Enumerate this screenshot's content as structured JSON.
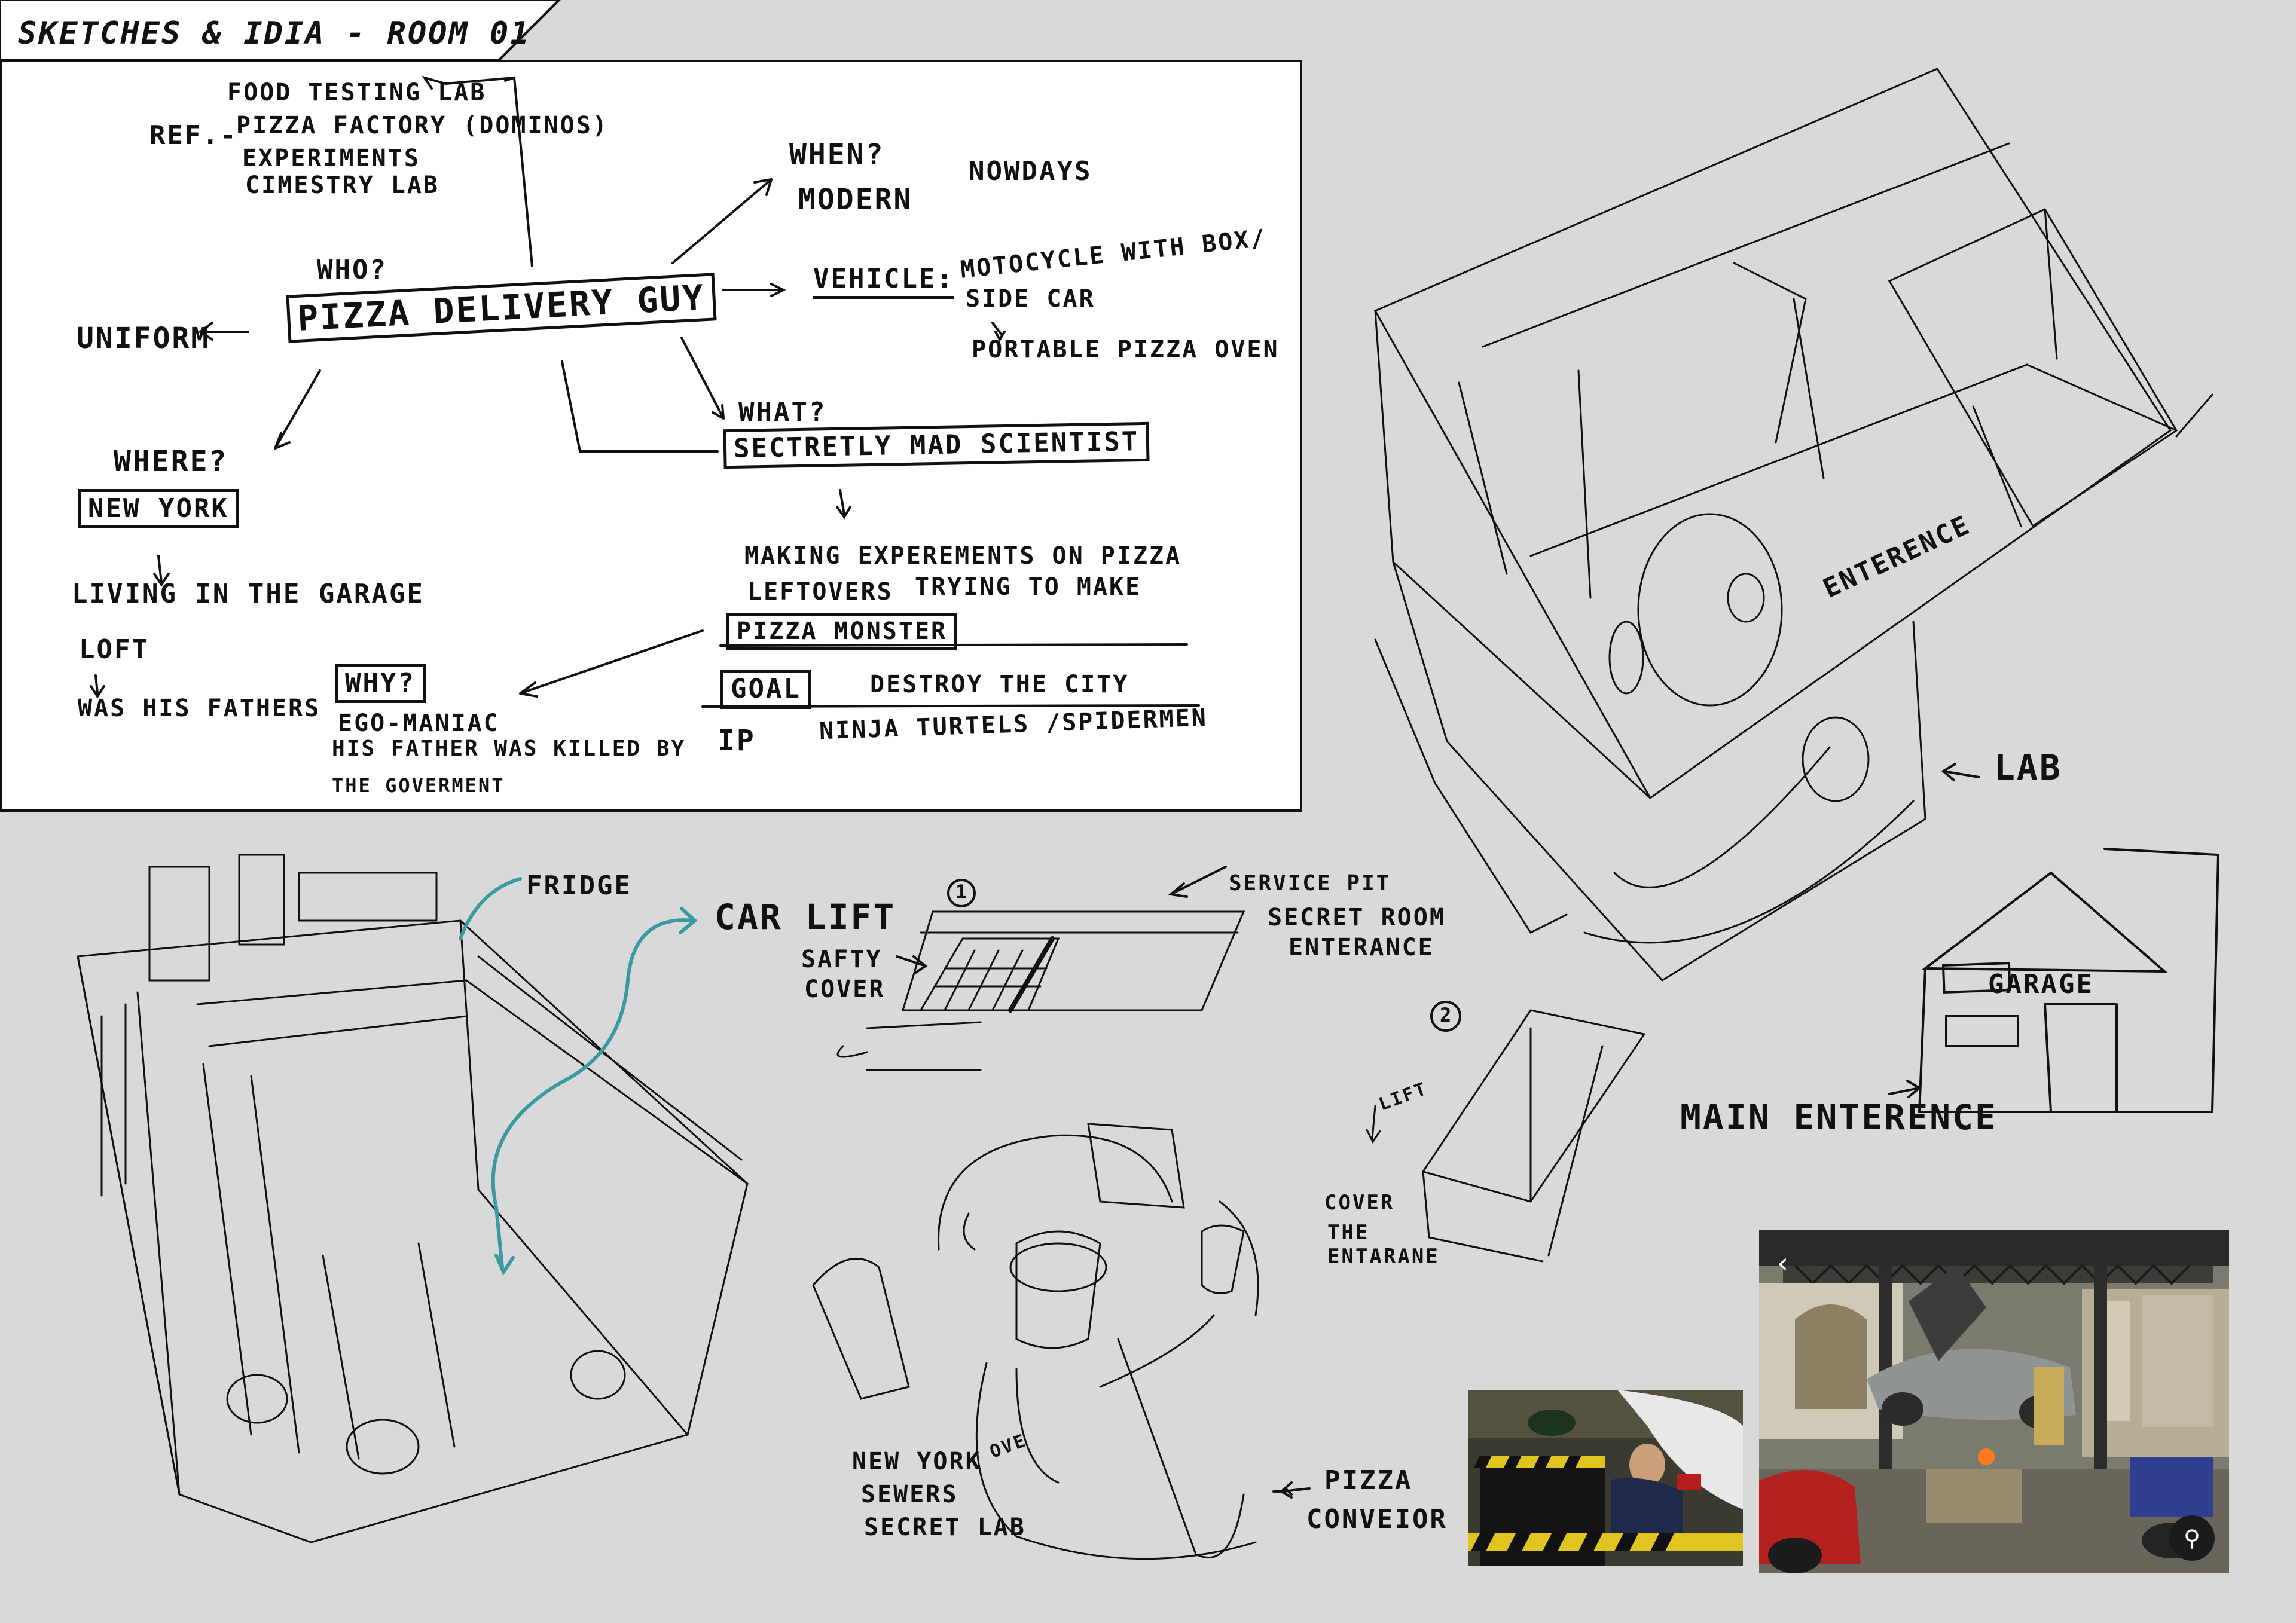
{
  "header": {
    "title": "SKETCHES & IDIA - ROOM 01"
  },
  "mindmap": {
    "ref_label": "REF.-",
    "ref_items": [
      "FOOD TESTING LAB",
      "PIZZA FACTORY (DOMINOS)",
      "EXPERIMENTS",
      "CIMESTRY LAB"
    ],
    "who_q": "WHO?",
    "who": "PIZZA DELIVERY GUY",
    "uniform": "UNIFORM",
    "when_q": "WHEN?",
    "modern": "MODERN",
    "nowdays": "NOWDAYS",
    "vehicle_label": "VEHICLE:",
    "vehicle_line1": "MOTOCYCLE WITH BOX/",
    "vehicle_line2": "SIDE CAR",
    "vehicle_line3": "PORTABLE PIZZA OVEN",
    "what_q": "WHAT?",
    "what": "SECTRETLY MAD SCIENTIST",
    "where_q": "WHERE?",
    "where": "NEW YORK",
    "living": "LIVING IN THE GARAGE",
    "loft": "LOFT",
    "fathers": "WAS HIS FATHERS",
    "why_q": "WHY?",
    "why_1": "EGO-MANIAC",
    "why_2": "HIS FATHER WAS KILLED BY",
    "why_3": "THE GOVERMENT",
    "making_1": "MAKING EXPEREMENTS ON PIZZA",
    "making_2": "LEFTOVERS",
    "making_2b": "TRYING TO MAKE",
    "monster": "PIZZA MONSTER",
    "goal_label": "GOAL",
    "goal": "DESTROY THE CITY",
    "ip_label": "IP",
    "ip": "NINJA TURTELS /SPIDERMEN"
  },
  "annotations": {
    "entrance": "ENTERENCE",
    "lab": "LAB",
    "fridge": "FRIDGE",
    "car_lift": "CAR LIFT",
    "marker_1": "1",
    "marker_2": "2",
    "service_pit_1": "SERVICE PIT",
    "service_pit_2": "SECRET ROOM",
    "service_pit_3": "ENTERANCE",
    "safety_1": "SAFTY",
    "safety_2": "COVER",
    "lift": "LIFT",
    "cover_1": "COVER",
    "cover_2": "THE",
    "cover_3": "ENTARANE",
    "garage_sign": "GARAGE",
    "main_entrance": "MAIN ENTERENCE",
    "sewers_1": "NEW YORK",
    "sewers_2": "SEWERS",
    "sewers_3": "SECRET LAB",
    "ove": "OVE",
    "conveyor_1": "PIZZA",
    "conveyor_2": "CONVEIOR"
  },
  "gallery": {
    "prev_icon": "chevron-left-icon",
    "zoom_icon": "zoom-icon"
  },
  "colors": {
    "background": "#d9d9d9",
    "ink": "#111111",
    "accent": "#3a9aa0"
  }
}
